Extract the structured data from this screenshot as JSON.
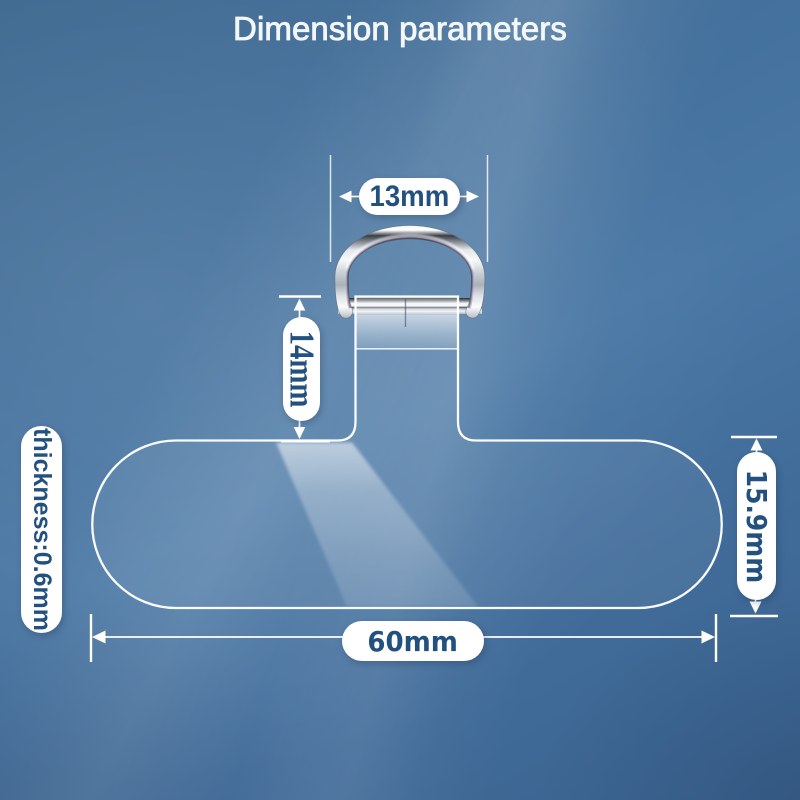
{
  "title": "Dimension parameters",
  "dimensions": {
    "ring_width": "13mm",
    "neck_height": "14mm",
    "body_height": "15.9mm",
    "body_width": "60mm",
    "thickness": "thickness:0.6mm"
  },
  "colors": {
    "background_blue": "#45729f",
    "label_text": "#1d4674",
    "pill_background": "#ffffff",
    "line_white": "#ffffff",
    "ring_chrome": "#c9cdd3"
  }
}
